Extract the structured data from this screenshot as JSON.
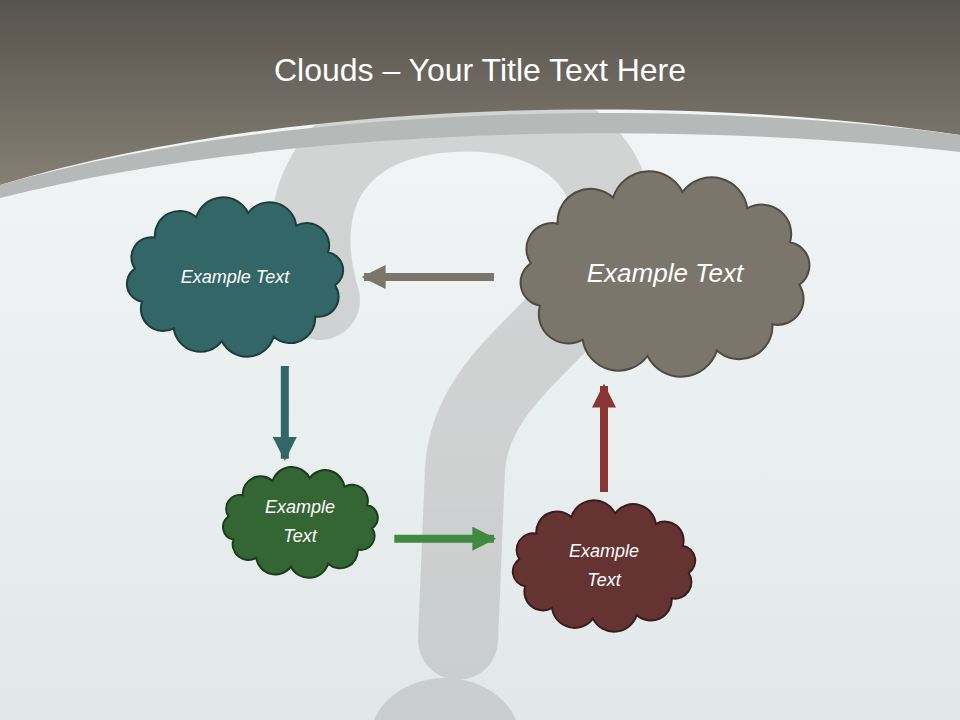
{
  "diagram": {
    "title": "Clouds – Your Title Text Here",
    "nodes": [
      {
        "text": [
          "Example Text"
        ]
      },
      {
        "text": [
          "Example Text"
        ]
      },
      {
        "text": [
          "Example Text"
        ]
      },
      {
        "text": [
          "Example Text"
        ]
      }
    ],
    "edges": [
      {
        "from": 1,
        "to": 0,
        "arrow": "to"
      },
      {
        "from": 0,
        "to": 2,
        "arrow": "to"
      },
      {
        "from": 2,
        "to": 3,
        "arrow": "to"
      },
      {
        "from": 3,
        "to": 1,
        "arrow": "to"
      }
    ]
  }
}
